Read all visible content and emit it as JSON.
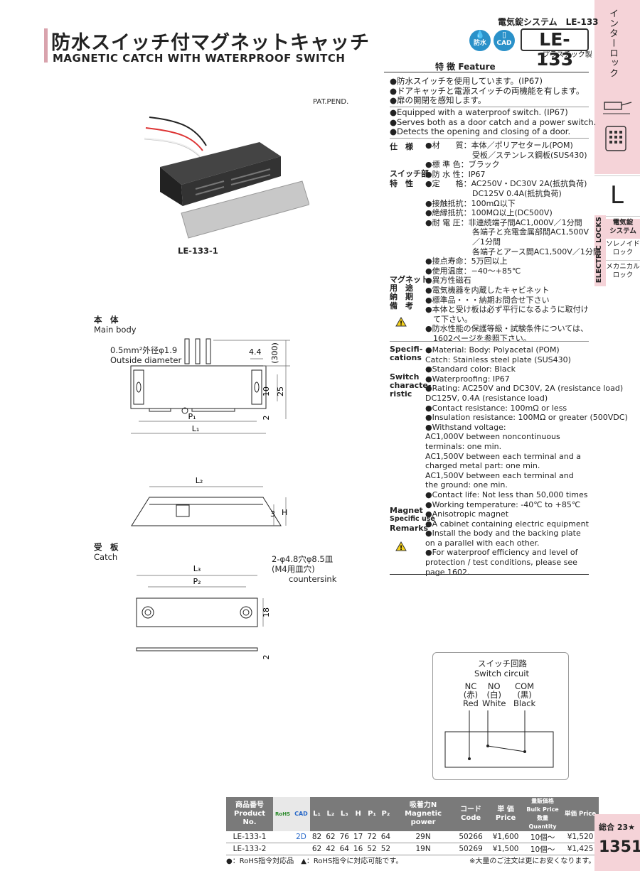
{
  "header": {
    "series": "電気錠システム　LE-133",
    "title_jp": "防水スイッチ付マグネットキャッチ",
    "title_en": "MAGNETIC CATCH WITH WATERPROOF SWITCH",
    "badge_waterproof": "防水",
    "badge_cad": "CAD",
    "model": "LE-133",
    "model_sub": "プラスチック製",
    "feature_heading": "特 徴 Feature"
  },
  "sidebar": {
    "vertical": "インターロック",
    "letter": "L",
    "electric_locks": "ELECTRIC LOCKS",
    "items": [
      "電気錠\nシステム",
      "ソレノイド\nロック",
      "メカニカル\nロック"
    ]
  },
  "photo": {
    "pat": "PAT.PEND.",
    "caption": "LE-133-1"
  },
  "features_jp": [
    "●防水スイッチを使用しています。(IP67)",
    "●ドアキャッチと電源スイッチの両機能を有します。",
    "●扉の開閉を感知します。"
  ],
  "features_en": [
    "●Equipped with a waterproof switch. (IP67)",
    "●Serves both as a door catch and a power switch.",
    "●Detects the opening and closing of a door."
  ],
  "spec_jp": {
    "labels": [
      "仕　様",
      "スイッチ部\n特　性",
      "マグネット",
      "用　途",
      "納　期",
      "備　考"
    ],
    "lines": [
      "●材　　質：本体／ポリアセタール(POM)",
      "　　　　　　受板／ステンレス鋼板(SUS430)",
      "●標 準 色：ブラック",
      "●防 水 性：IP67",
      "●定　　格：AC250V・DC30V 2A(抵抗負荷)",
      "　　　　　　DC125V 0.4A(抵抗負荷)",
      "●接触抵抗：100mΩ以下",
      "●絶縁抵抗：100MΩ以上(DC500V)",
      "●耐 電 圧：非連続端子間AC1,000V／1分間",
      "　　　　　　各端子と充電金属部間AC1,500V",
      "　　　　　　／1分間",
      "　　　　　　各端子とアース間AC1,500V／1分間",
      "●接点寿命：5万回以上",
      "●使用温度：−40〜+85℃",
      "●異方性磁石",
      "●電気機器を内蔵したキャビネット",
      "●標準品・・・納期お問合せ下さい",
      "●本体と受け板は必ず平行になるように取付け",
      "　て下さい。",
      "●防水性能の保護等級・試験条件については、",
      "　1602ページを参照下さい。"
    ]
  },
  "spec_en": {
    "labels": [
      "Specifi-\ncations",
      "Switch\ncharacte-\nristic",
      "Magnet",
      "Specific use",
      "Remarks"
    ],
    "lines": [
      "●Material: Body: Polyacetal (POM)",
      "Catch: Stainless steel plate (SUS430)",
      "●Standard color: Black",
      "●Waterproofing: IP67",
      "●Rating: AC250V and DC30V, 2A (resistance load)",
      "DC125V, 0.4A (resistance load)",
      "●Contact resistance: 100mΩ or less",
      "●Insulation resistance: 100MΩ or greater (500VDC)",
      "●Withstand voltage:",
      "AC1,000V between noncontinuous",
      "terminals: one min.",
      "AC1,500V between each terminal and a",
      "charged metal part: one min.",
      "AC1,500V between each terminal and",
      "the ground: one min.",
      "●Contact life: Not less than 50,000 times",
      "●Working temperature: -40℃ to +85℃",
      "●Anisotropic magnet",
      "●A cabinet containing electric equipment",
      "●Install the body and the backing plate",
      "on a parallel with each other.",
      "●For waterproof efficiency and level of",
      "protection / test conditions, please see",
      "page 1602."
    ]
  },
  "drawing": {
    "main_body_jp": "本　体",
    "main_body_en": "Main body",
    "catch_jp": "受　板",
    "catch_en": "Catch",
    "wire_note1": "0.5mm²外径φ1.9",
    "wire_note2": "Outside diameter",
    "dims": {
      "d300": "(300)",
      "d44": "4.4",
      "d10": "10",
      "d25": "25",
      "d2": "2",
      "P1": "P₁",
      "L1": "L₁",
      "L2": "L₂",
      "d3": "3",
      "H": "H",
      "L3": "L₃",
      "P2": "P₂",
      "d18": "18",
      "d2b": "2"
    },
    "hole_note1": "2-φ4.8穴φ8.5皿",
    "hole_note2": "(M4用皿穴)",
    "countersink": "countersink"
  },
  "circuit": {
    "title_jp": "スイッチ回路",
    "title_en": "Switch circuit",
    "terminals": [
      {
        "code": "NC",
        "jp": "(赤)",
        "en": "Red"
      },
      {
        "code": "NO",
        "jp": "(白)",
        "en": "White"
      },
      {
        "code": "COM",
        "jp": "(黒)",
        "en": "Black"
      }
    ]
  },
  "table": {
    "headers": [
      "商品番号\nProduct No.",
      "RoHS",
      "CAD",
      "L₁",
      "L₂",
      "L₃",
      "H",
      "P₁",
      "P₂",
      "吸着力N\nMagnetic power",
      "コード\nCode",
      "単 価\nPrice",
      "量販価格 Bulk Price\n数量 Quantity",
      "単価 Price"
    ],
    "rows": [
      [
        "LE-133-1",
        "",
        "2D",
        "82",
        "62",
        "76",
        "17",
        "72",
        "64",
        "29N",
        "50266",
        "¥1,600",
        "10個〜",
        "¥1,520"
      ],
      [
        "LE-133-2",
        "",
        "",
        "62",
        "42",
        "64",
        "16",
        "52",
        "52",
        "19N",
        "50269",
        "¥1,500",
        "10個〜",
        "¥1,425"
      ]
    ],
    "legend1": "●：RoHS指令対応品　▲：RoHS指令に対応可能です。",
    "legend2": "※大量のご注文は更にお安くなります。"
  },
  "page": {
    "sogo": "総合 23★",
    "number": "1351"
  }
}
